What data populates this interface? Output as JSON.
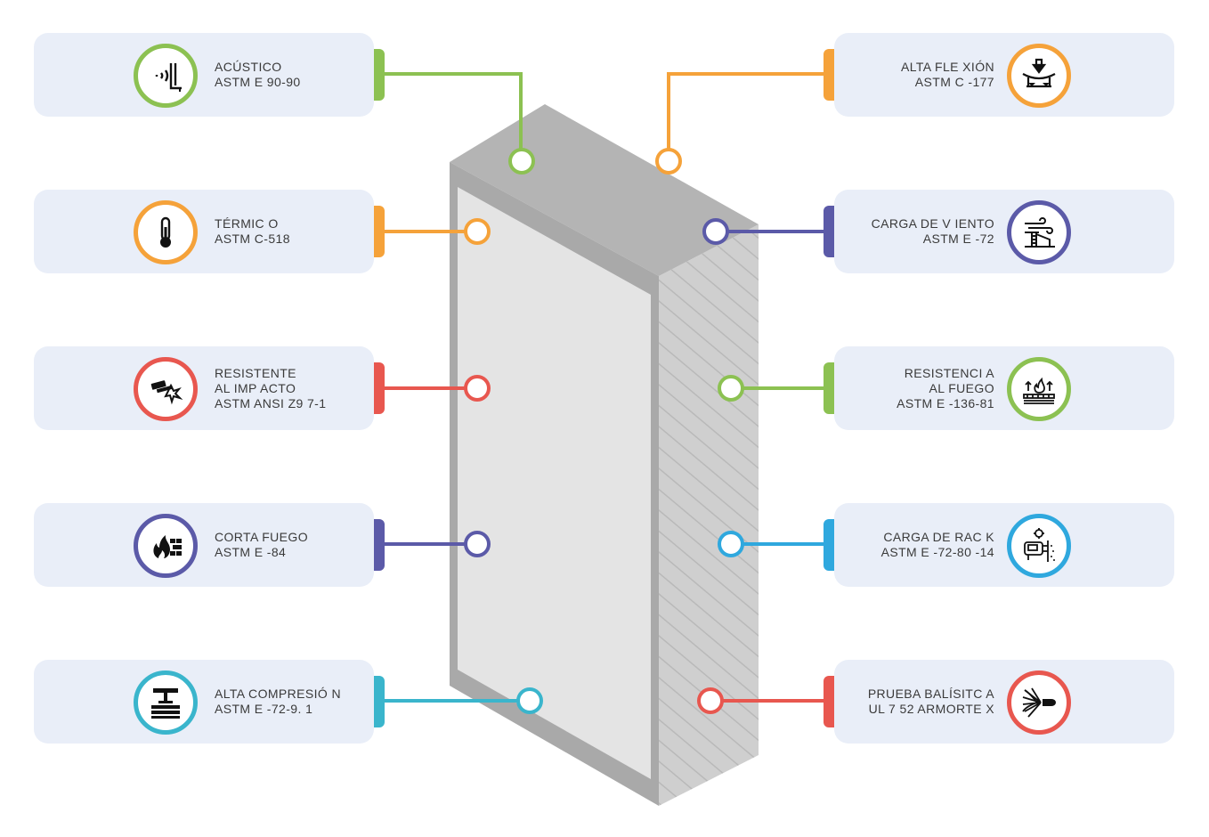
{
  "left": [
    {
      "id": "acustico",
      "lines": [
        "ACÚSTICO",
        "ASTM E 90-90"
      ],
      "color": "#8cc152",
      "icon": "acoustic-icon"
    },
    {
      "id": "termico",
      "lines": [
        "TÉRMIC O",
        "ASTM C-518"
      ],
      "color": "#f5a23a",
      "icon": "thermometer-icon"
    },
    {
      "id": "impacto",
      "lines": [
        "RESISTENTE",
        "AL IMP ACTO",
        "ASTM ANSI Z9  7-1"
      ],
      "color": "#e8574f",
      "icon": "hammer-impact-icon"
    },
    {
      "id": "cortafuego",
      "lines": [
        "CORTA FUEGO",
        "ASTM E -84"
      ],
      "color": "#5b5aa8",
      "icon": "fire-wall-icon"
    },
    {
      "id": "compresion",
      "lines": [
        "ALTA COMPRESIÓ N",
        "ASTM E -72-9. 1"
      ],
      "color": "#3ab5cc",
      "icon": "press-icon"
    }
  ],
  "right": [
    {
      "id": "flexion",
      "lines": [
        "ALTA FLE XIÓN",
        "ASTM C -177"
      ],
      "color": "#f5a23a",
      "icon": "flexion-press-icon"
    },
    {
      "id": "viento",
      "lines": [
        "CARGA DE V IENTO",
        "ASTM E -72"
      ],
      "color": "#5b5aa8",
      "icon": "wind-icon"
    },
    {
      "id": "fuego",
      "lines": [
        "RESISTENCI  A",
        "AL FUEGO",
        "ASTM E -136-81"
      ],
      "color": "#8cc152",
      "icon": "fire-resistance-icon"
    },
    {
      "id": "rack",
      "lines": [
        "CARGA DE RAC  K",
        "ASTM E -72-80 -14"
      ],
      "color": "#2fa8de",
      "icon": "rack-test-icon"
    },
    {
      "id": "balistica",
      "lines": [
        "PRUEBA BALÍSITC  A",
        "UL 7 52 ARMORTE  X"
      ],
      "color": "#e8574f",
      "icon": "ballistic-icon"
    }
  ]
}
